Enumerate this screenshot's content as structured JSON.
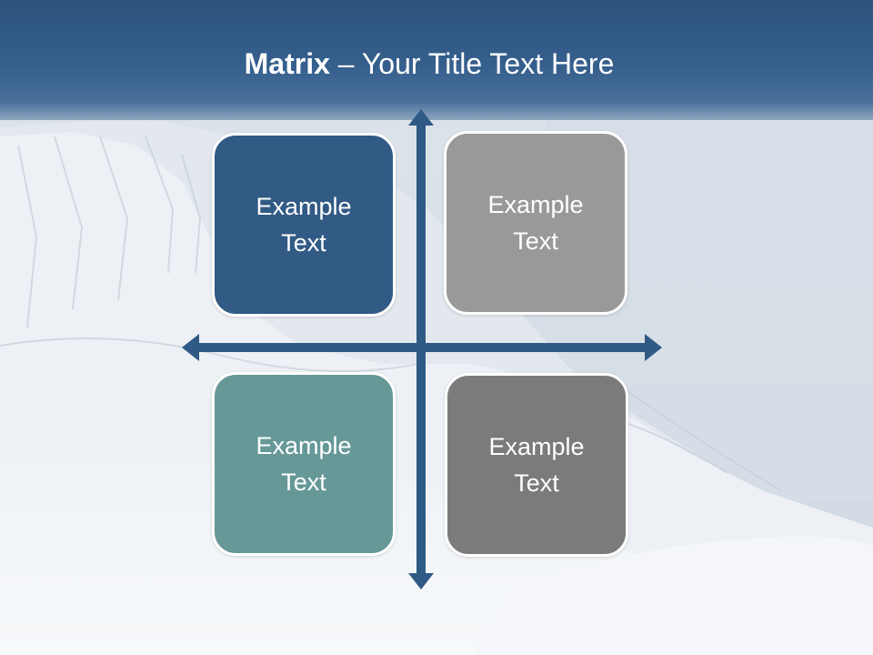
{
  "slide": {
    "title_bold": "Matrix",
    "title_rest": " – Your Title Text Here"
  },
  "matrix": {
    "quadrants": [
      {
        "line1": "Example",
        "line2": "Text",
        "color": "#315a85"
      },
      {
        "line1": "Example",
        "line2": "Text",
        "color": "#999999"
      },
      {
        "line1": "Example",
        "line2": "Text",
        "color": "#679898"
      },
      {
        "line1": "Example",
        "line2": "Text",
        "color": "#7b7b7b"
      }
    ],
    "arrow_color": "#2f5a85"
  },
  "colors": {
    "header": "#2c537d",
    "background": "#e4e9ef"
  }
}
